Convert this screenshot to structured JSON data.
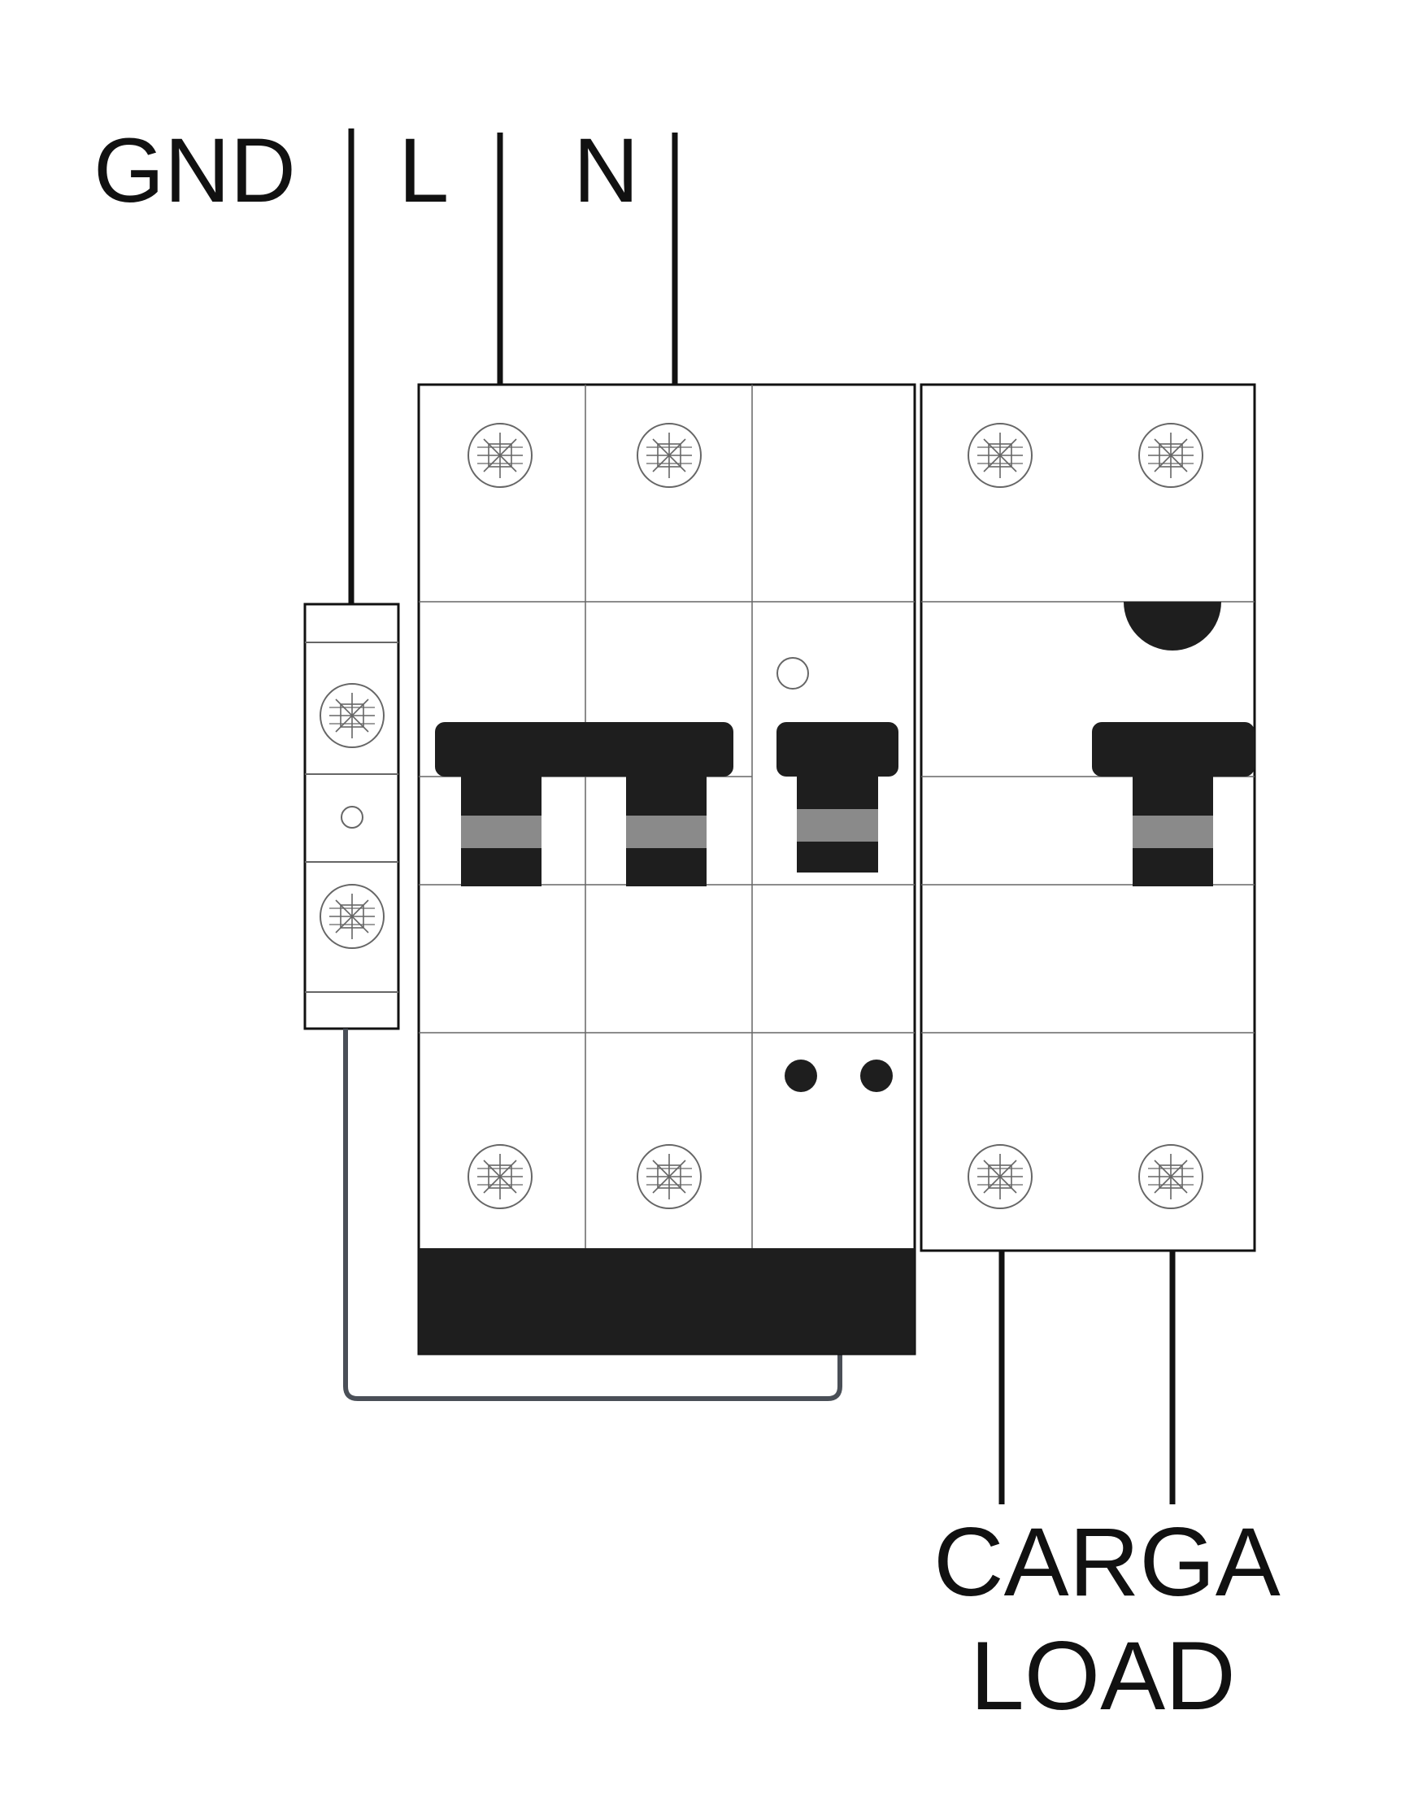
{
  "supply_labels": {
    "ground": "GND",
    "line": "L",
    "neutral": "N"
  },
  "load_labels": {
    "spanish": "CARGA",
    "english": "LOAD"
  },
  "colors": {
    "line_stroke": "#111111",
    "body_fill": "#ffffff",
    "handle_fill": "#1e1e1e",
    "handle_band": "#8a8a8a",
    "ground_lead": "#4a4f57",
    "thin_line": "#666666"
  },
  "icons": {
    "terminal_screw": "screw-terminal-icon",
    "test_indicator": "indicator-dot-icon"
  }
}
